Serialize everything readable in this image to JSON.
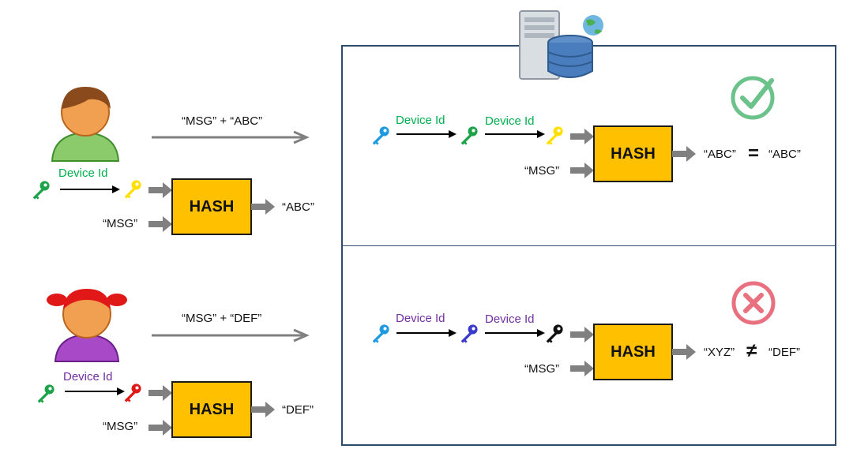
{
  "colors": {
    "hash_fill": "#FFC000",
    "panel_border": "#2E4B6E",
    "device_id_green": "#00B050",
    "device_id_purple": "#7030A0",
    "arrow_gray": "#808080",
    "check_green": "#6CC28B",
    "cross_red": "#E8707F"
  },
  "user1": {
    "avatar": "male-user-icon",
    "device_id_label": "Device Id",
    "key_in": "green-key-icon",
    "key_out": "yellow-key-icon",
    "hash_label": "HASH",
    "msg_label": "“MSG”",
    "output_label": "“ABC”",
    "send_label": "“MSG” + “ABC”"
  },
  "user2": {
    "avatar": "female-user-icon",
    "device_id_label": "Device Id",
    "key_in": "green-key-icon",
    "key_out": "red-key-icon",
    "hash_label": "HASH",
    "msg_label": "“MSG”",
    "output_label": "“DEF”",
    "send_label": "“MSG” + “DEF”"
  },
  "server": {
    "icon": "database-server-icon",
    "top": {
      "device_id_label_1": "Device Id",
      "device_id_label_2": "Device Id",
      "hash_label": "HASH",
      "msg_label": "“MSG”",
      "computed_label": "“ABC”",
      "operator": "=",
      "received_label": "“ABC”",
      "status_icon": "check-circle-icon"
    },
    "bottom": {
      "device_id_label_1": "Device Id",
      "device_id_label_2": "Device Id",
      "hash_label": "HASH",
      "msg_label": "“MSG”",
      "computed_label": "“XYZ”",
      "operator": "≠",
      "received_label": "“DEF”",
      "status_icon": "cross-circle-icon"
    }
  }
}
